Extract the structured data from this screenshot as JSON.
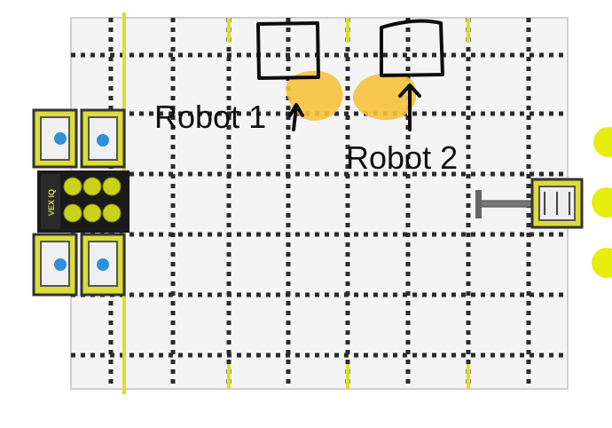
{
  "annotations": {
    "robot1": "Robot 1",
    "robot2": "Robot 2"
  },
  "field": {
    "logo_text": "VEX IQ",
    "colors": {
      "tile": "#f4f4f4",
      "grid_line": "#2b2b2b",
      "highlight_line": "#dede2a",
      "ball": "#e6ee10",
      "blue_marker": "#2f8fd8",
      "highlight_blob": "#f7c23e",
      "ink": "#0d0d0d"
    }
  },
  "icons": {
    "ball": "ball-icon",
    "goal": "goal-icon",
    "robot": "robot-icon",
    "arrow": "arrow-up-icon",
    "box": "square-outline-icon"
  }
}
